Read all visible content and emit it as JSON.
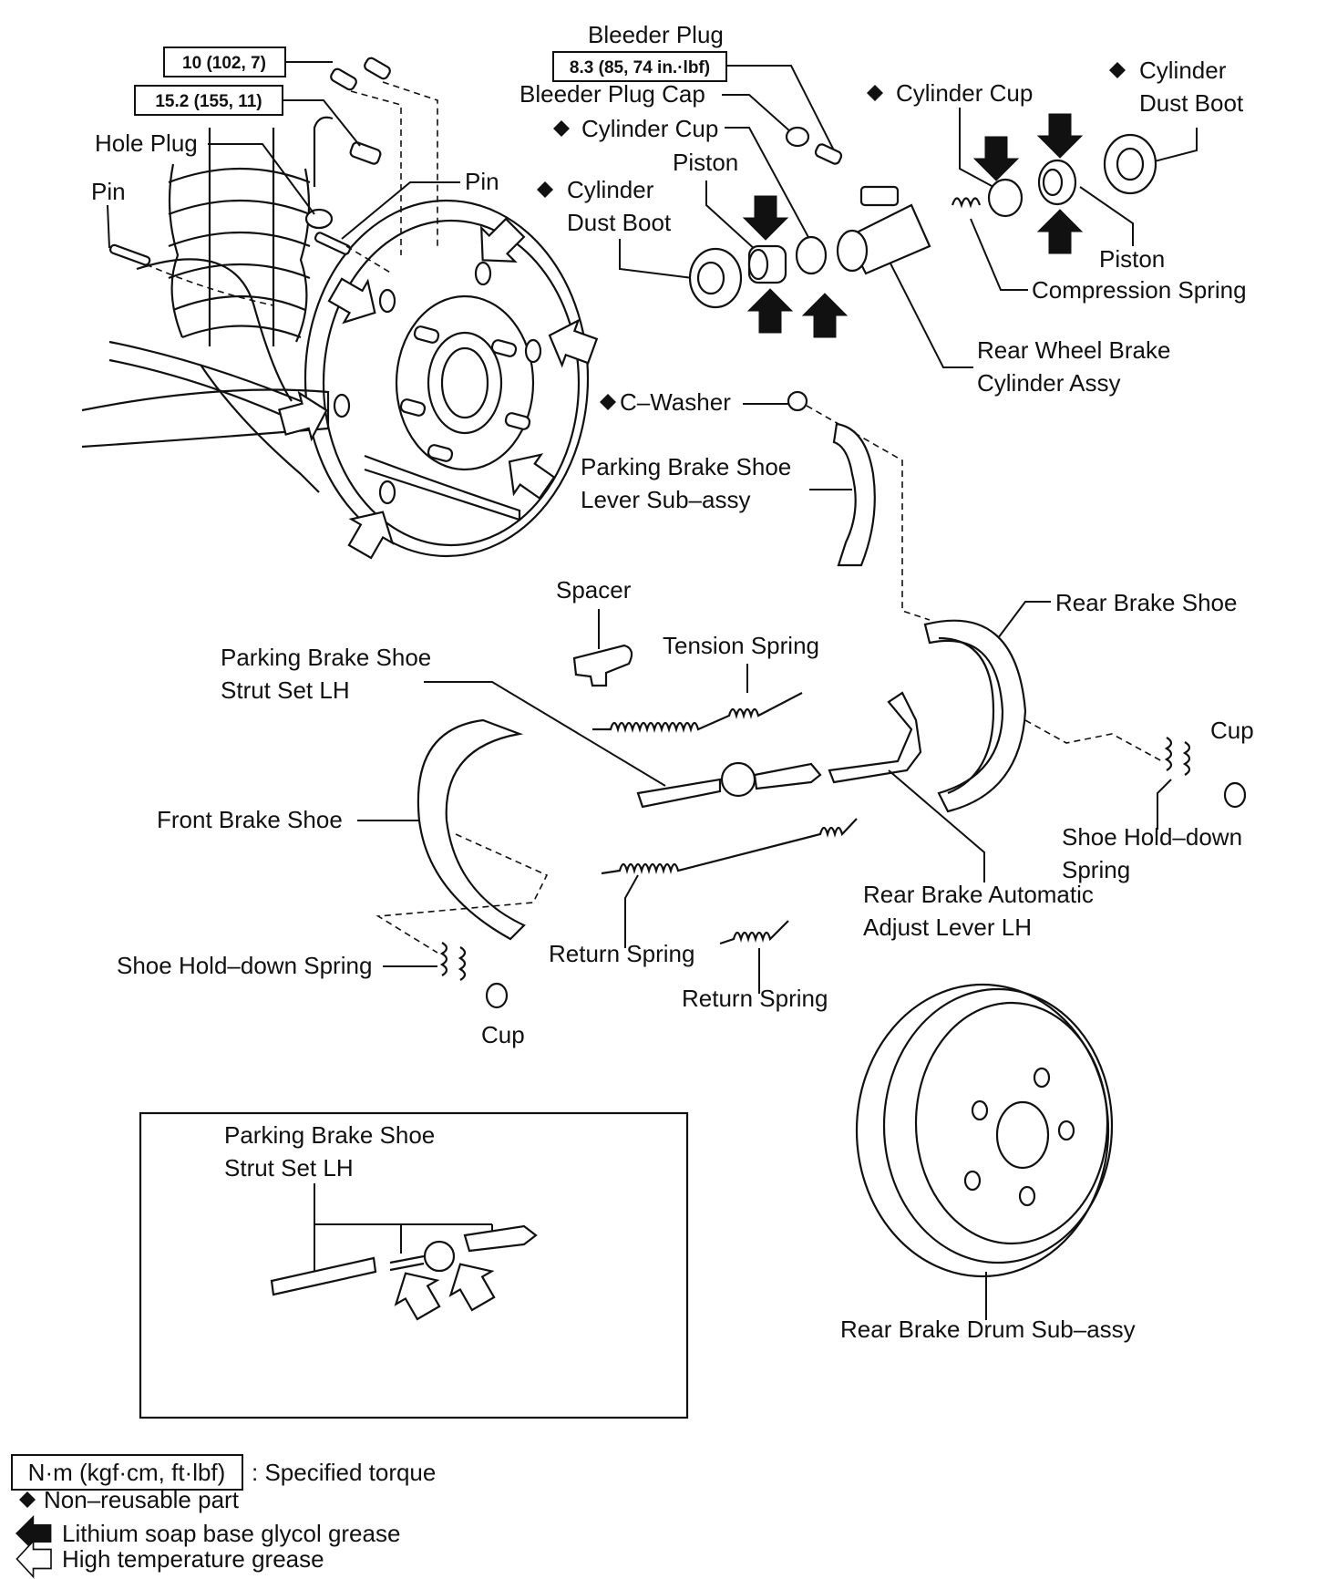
{
  "torque": {
    "t1": "10 (102, 7)",
    "t2": "15.2 (155, 11)",
    "t3": "8.3 (85, 74 in.·lbf)"
  },
  "labels": {
    "hole_plug": "Hole Plug",
    "pin_left": "Pin",
    "pin_mid": "Pin",
    "bleeder_plug": "Bleeder Plug",
    "bleeder_plug_cap": "Bleeder Plug Cap",
    "cylinder_cup_a": "Cylinder Cup",
    "cylinder_cup_b": "Cylinder Cup",
    "cylinder_dust_boot_a_1": "Cylinder",
    "cylinder_dust_boot_a_2": "Dust Boot",
    "cylinder_dust_boot_b_1": "Cylinder",
    "cylinder_dust_boot_b_2": "Dust Boot",
    "piston_a": "Piston",
    "piston_b": "Piston",
    "compression_spring": "Compression Spring",
    "wheel_cyl_1": "Rear Wheel Brake",
    "wheel_cyl_2": "Cylinder Assy",
    "c_washer": "C–Washer",
    "pb_lever_1": "Parking Brake Shoe",
    "pb_lever_2": "Lever Sub–assy",
    "spacer": "Spacer",
    "tension_spring": "Tension Spring",
    "rear_brake_shoe": "Rear Brake Shoe",
    "strut_1": "Parking Brake Shoe",
    "strut_2": "Strut Set LH",
    "cup_right": "Cup",
    "front_brake_shoe": "Front Brake Shoe",
    "holddown_right_1": "Shoe Hold–down",
    "holddown_right_2": "Spring",
    "auto_adjust_1": "Rear Brake Automatic",
    "auto_adjust_2": "Adjust Lever LH",
    "return_spring_a": "Return Spring",
    "return_spring_b": "Return Spring",
    "holddown_left": "Shoe Hold–down Spring",
    "cup_left": "Cup",
    "drum": "Rear Brake Drum Sub–assy",
    "inset_1": "Parking Brake Shoe",
    "inset_2": "Strut Set LH"
  },
  "legend": {
    "torque_box": "N·m (kgf·cm, ft·lbf)",
    "torque_text": ": Specified torque",
    "nonreusable": "Non–reusable part",
    "lithium": "Lithium soap base glycol grease",
    "hightemp": "High temperature grease"
  },
  "icons": {
    "diamond": "non-reusable-diamond-icon",
    "solid_arrow": "lithium-grease-arrow-icon",
    "hollow_arrow": "high-temp-grease-arrow-icon"
  }
}
